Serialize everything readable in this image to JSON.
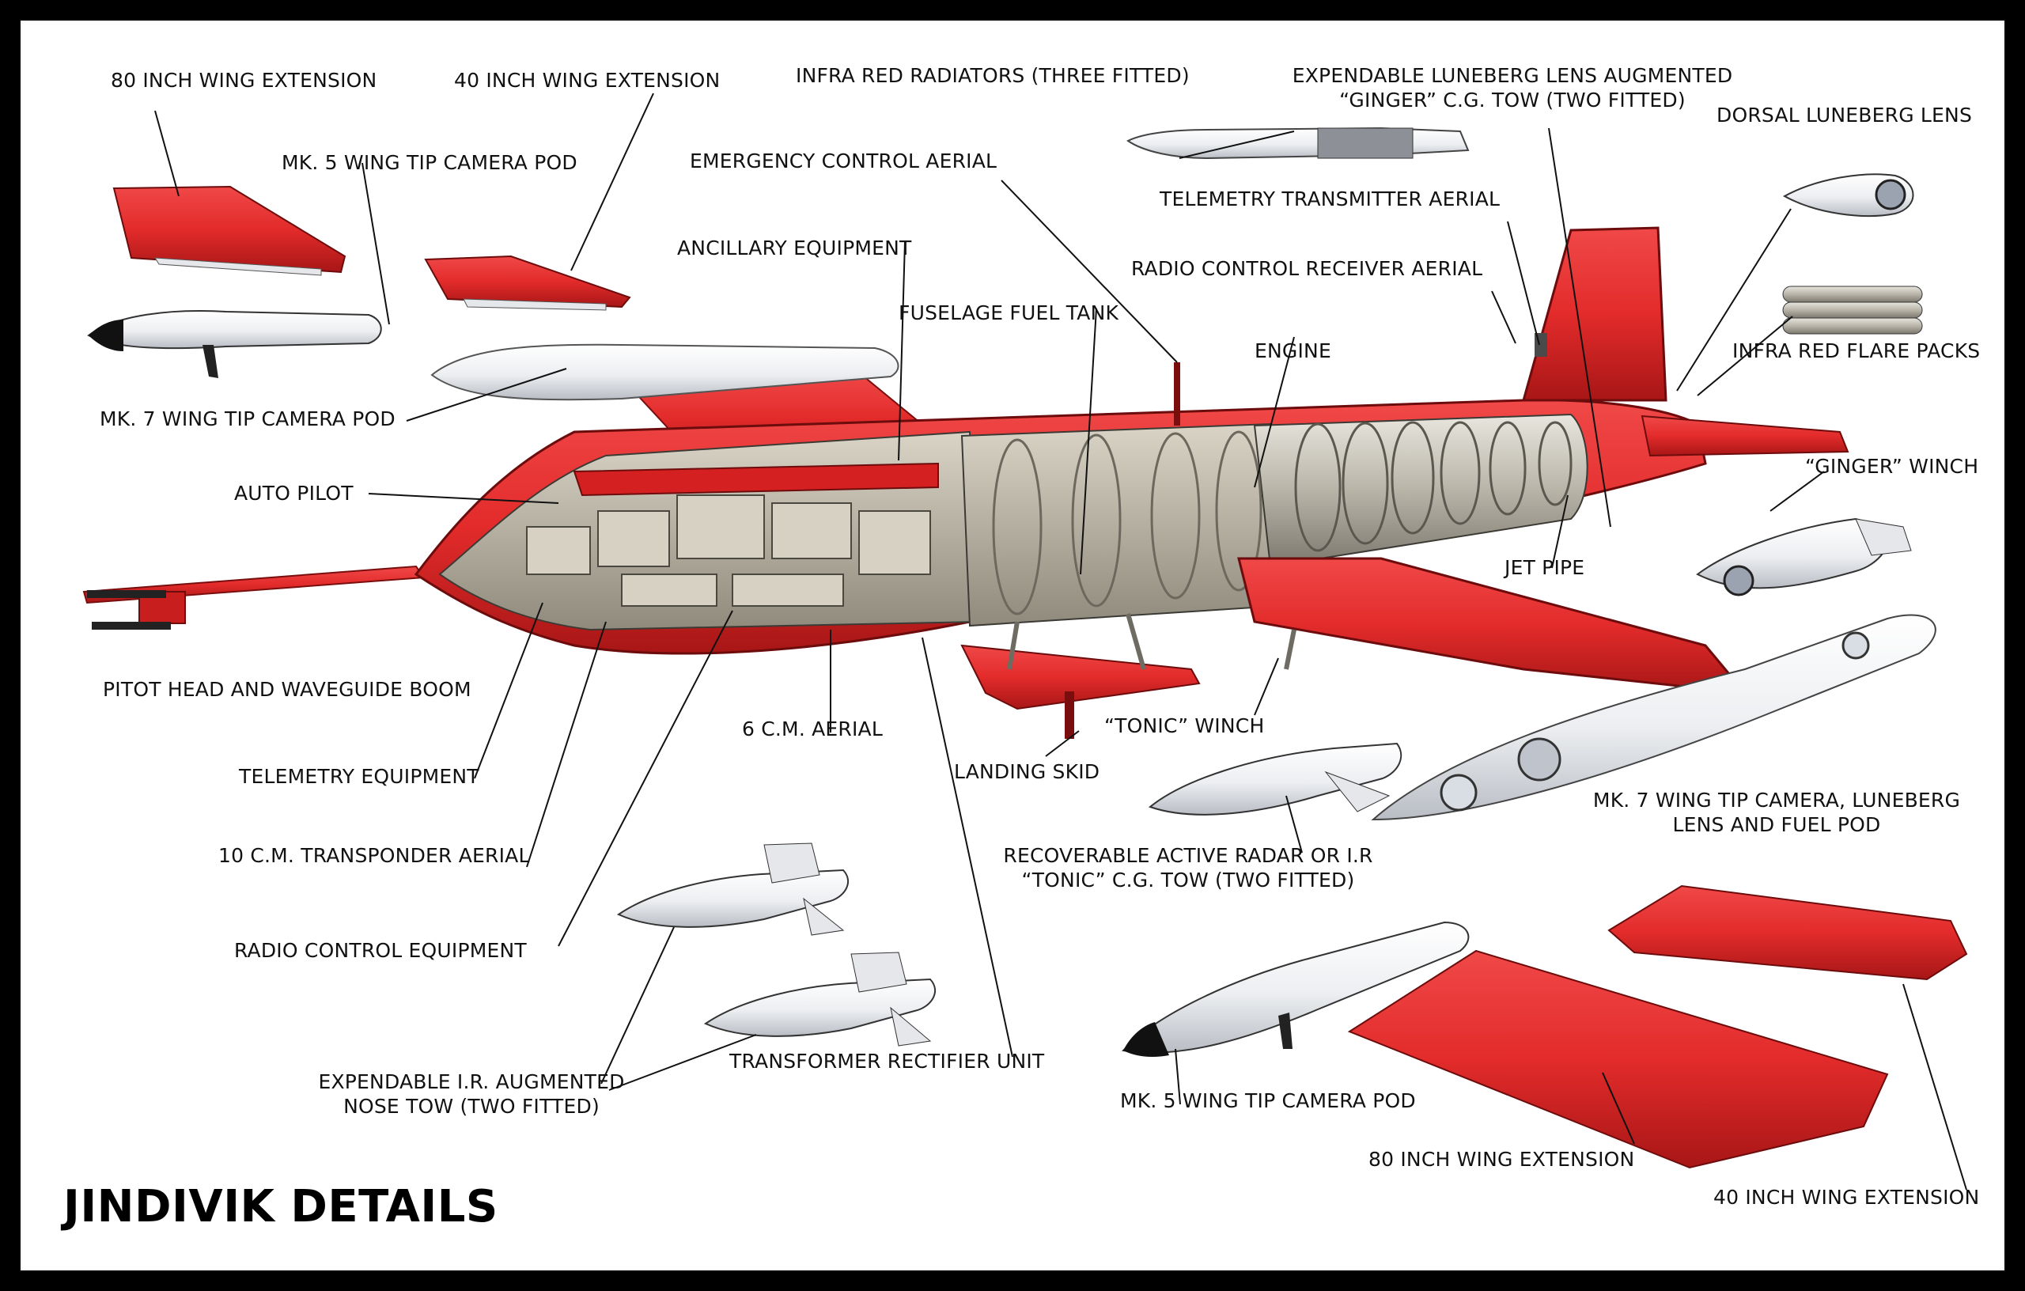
{
  "title": "JINDIVIK DETAILS",
  "colors": {
    "frame": "#000000",
    "background": "#ffffff",
    "airframe_red": "#e32b2b",
    "airframe_shadow": "#a81616",
    "pod_white": "#f2f3f5",
    "interior": "#cfcabc",
    "ink": "#111111"
  },
  "labels": {
    "wing_ext_80_top": "80 INCH WING EXTENSION",
    "wing_ext_40_top": "40 INCH WING EXTENSION",
    "mk5_pod_top": "MK. 5 WING TIP CAMERA POD",
    "mk7_pod_top": "MK. 7 WING TIP CAMERA POD",
    "auto_pilot": "AUTO PILOT",
    "pitot": "PITOT HEAD AND WAVEGUIDE BOOM",
    "telemetry_equipment": "TELEMETRY EQUIPMENT",
    "transponder": "10 C.M. TRANSPONDER AERIAL",
    "radio_control_equipment": "RADIO CONTROL EQUIPMENT",
    "nose_tow": [
      "EXPENDABLE I.R. AUGMENTED",
      "NOSE TOW (TWO FITTED)"
    ],
    "ir_radiators": "INFRA RED RADIATORS (THREE FITTED)",
    "emergency_aerial": "EMERGENCY CONTROL AERIAL",
    "ancillary": "ANCILLARY EQUIPMENT",
    "fuel_tank": "FUSELAGE FUEL TANK",
    "aerial_6cm": "6 C.M. AERIAL",
    "landing_skid": "LANDING SKID",
    "tonic_winch": "“TONIC” WINCH",
    "transformer": "TRANSFORMER RECTIFIER UNIT",
    "luneberg_tow": [
      "EXPENDABLE LUNEBERG LENS AUGMENTED",
      "“GINGER” C.G. TOW (TWO FITTED)"
    ],
    "telemetry_aerial": "TELEMETRY TRANSMITTER AERIAL",
    "radio_receiver_aerial": "RADIO CONTROL RECEIVER AERIAL",
    "engine": "ENGINE",
    "dorsal_lens": "DORSAL LUNEBERG LENS",
    "ir_flare": "INFRA RED FLARE PACKS",
    "ginger_winch": "“GINGER” WINCH",
    "jet_pipe": "JET PIPE",
    "mk7_combo": [
      "MK. 7 WING TIP CAMERA, LUNEBERG",
      "LENS AND FUEL POD"
    ],
    "radar_tow": [
      "RECOVERABLE ACTIVE RADAR OR I.R",
      "“TONIC” C.G. TOW (TWO FITTED)"
    ],
    "mk5_pod_bottom": "MK. 5 WING TIP CAMERA POD",
    "wing_ext_80_bottom": "80 INCH WING EXTENSION",
    "wing_ext_40_bottom": "40 INCH WING EXTENSION"
  }
}
